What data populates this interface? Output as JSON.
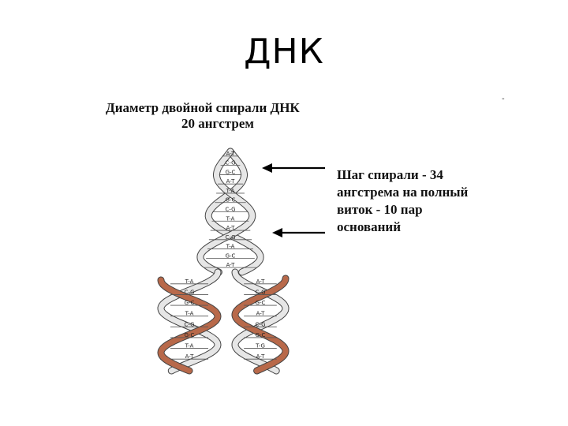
{
  "slide": {
    "title": "ДНК"
  },
  "diagram": {
    "caption_diameter": [
      "Диаметр двойной спирали ДНК",
      "20 ангстрем"
    ],
    "caption_pitch": [
      "Шаг спирали - 34",
      "ангстрема на полный",
      "виток - 10 пар",
      "оснований"
    ],
    "corner_mark": "-",
    "parent_pairs": [
      "A-T",
      "C-G",
      "G-C",
      "A-T",
      "T-A",
      "G-C",
      "C-G",
      "T-A",
      "A-T",
      "C-G",
      "T-A",
      "G-C",
      "A-T"
    ],
    "left_daughter_pairs": [
      "T-A",
      "C-G",
      "G-C",
      "T-A",
      "C-G",
      "G-C",
      "T-A",
      "A-T"
    ],
    "right_daughter_pairs": [
      "A-T",
      "C-G",
      "G-C",
      "A-T",
      "C-G",
      "G-C",
      "T-G",
      "A-T"
    ],
    "colors": {
      "old_strand": "#e6e6e6",
      "new_strand": "#b8694a",
      "outline": "#444444",
      "arrow": "#000000"
    }
  }
}
